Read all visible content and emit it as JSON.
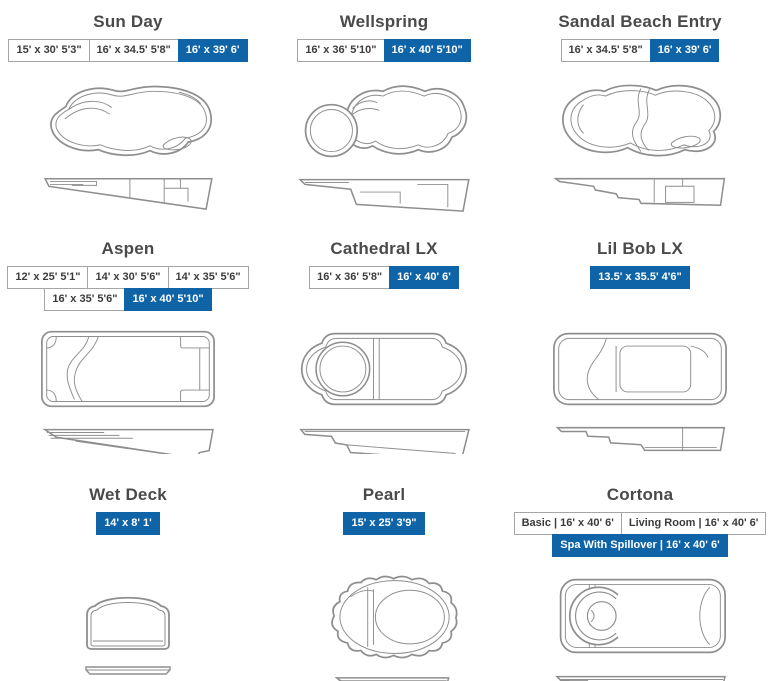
{
  "page": {
    "background": "#ffffff"
  },
  "colors": {
    "accent_blue": "#0f64a8",
    "button_border": "#a5a5a5",
    "button_text": "#3c3c3c",
    "title_text": "#4a4a4a",
    "drawing_outline": "#8e8e8e"
  },
  "cells": [
    {
      "title": "Sun Day",
      "buttons": [
        {
          "label": "15' x 30' 5'3\"",
          "selected": false
        },
        {
          "label": "16' x 34.5' 5'8\"",
          "selected": false
        },
        {
          "label": "16' x 39' 6'",
          "selected": true
        }
      ]
    },
    {
      "title": "Wellspring",
      "buttons": [
        {
          "label": "16' x 36' 5'10\"",
          "selected": false
        },
        {
          "label": "16' x 40' 5'10\"",
          "selected": true
        }
      ]
    },
    {
      "title": "Sandal Beach Entry",
      "buttons": [
        {
          "label": "16' x 34.5' 5'8\"",
          "selected": false
        },
        {
          "label": "16' x 39' 6'",
          "selected": true
        }
      ]
    },
    {
      "title": "Aspen",
      "buttons": [
        {
          "label": "12' x 25' 5'1\"",
          "selected": false
        },
        {
          "label": "14' x 30' 5'6\"",
          "selected": false
        },
        {
          "label": "14' x 35' 5'6\"",
          "selected": false
        },
        {
          "label": "16' x 35' 5'6\"",
          "selected": false
        },
        {
          "label": "16' x 40' 5'10\"",
          "selected": true
        }
      ]
    },
    {
      "title": "Cathedral LX",
      "buttons": [
        {
          "label": "16' x 36' 5'8\"",
          "selected": false
        },
        {
          "label": "16' x 40' 6'",
          "selected": true
        }
      ]
    },
    {
      "title": "Lil Bob LX",
      "buttons": [
        {
          "label": "13.5' x 35.5' 4'6\"",
          "selected": true
        }
      ]
    },
    {
      "title": "Wet Deck",
      "buttons": [
        {
          "label": "14' x 8' 1'",
          "selected": true
        }
      ]
    },
    {
      "title": "Pearl",
      "buttons": [
        {
          "label": "15' x 25' 3'9\"",
          "selected": true
        }
      ]
    },
    {
      "title": "Cortona",
      "buttons": [
        {
          "label": "Basic | 16' x 40' 6'",
          "selected": false
        },
        {
          "label": "Living Room | 16' x 40' 6'",
          "selected": false
        },
        {
          "label": "Spa With Spillover | 16' x 40' 6'",
          "selected": true
        }
      ]
    }
  ]
}
